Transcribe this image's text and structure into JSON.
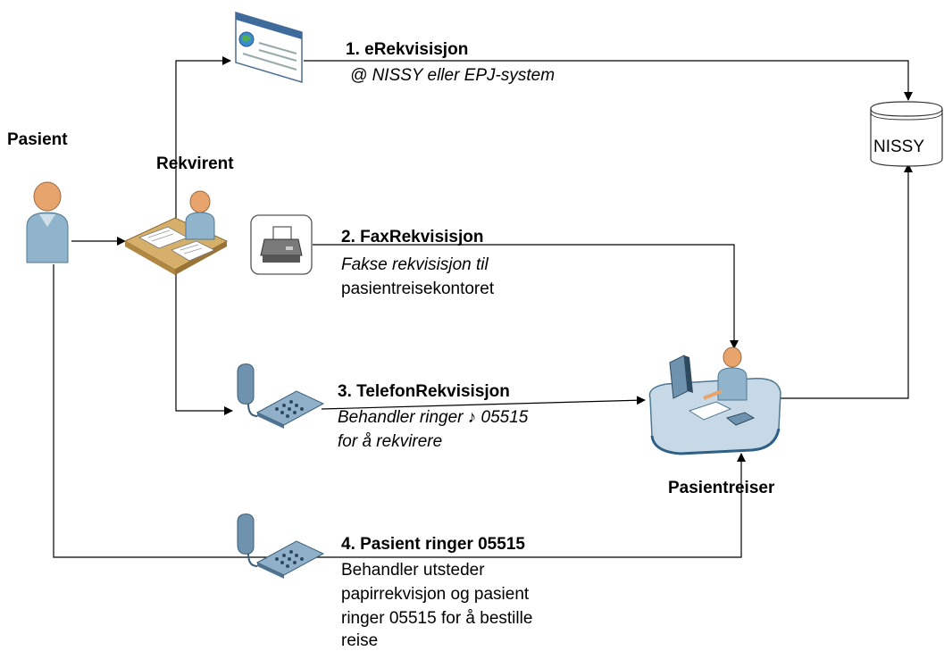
{
  "actors": {
    "pasient": "Pasient",
    "rekvirent": "Rekvirent",
    "pasientreiser": "Pasientreiser",
    "nissy": "NISSY"
  },
  "routes": {
    "e": {
      "title": "1. eRekvisisjon",
      "desc": "@ NISSY eller EPJ-system"
    },
    "fax": {
      "title": "2. FaxRekvisisjon",
      "desc1": "Fakse rekvisisjon til",
      "desc2": "pasientreisekontoret"
    },
    "tel": {
      "title": "3. TelefonRekvisisjon",
      "desc1_a": "Behandler ringer ",
      "phone_glyph": "♪",
      "desc1_b": " 05515",
      "desc2": "for å rekvirere"
    },
    "pas": {
      "title": "4. Pasient ringer 05515",
      "lines": [
        "Behandler utsteder",
        "papirrekvisjon og pasient",
        "ringer 05515 for å bestille",
        "reise"
      ]
    }
  },
  "colors": {
    "line": "#000000",
    "person": "#8fb4cc",
    "skin": "#e7a46c",
    "desk": "#d6b06a",
    "phone": "#6f93ae"
  },
  "icons": [
    "person-icon",
    "desk-icon",
    "browser-icon",
    "fax-icon",
    "telephone-icon",
    "workstation-icon",
    "database-icon"
  ]
}
